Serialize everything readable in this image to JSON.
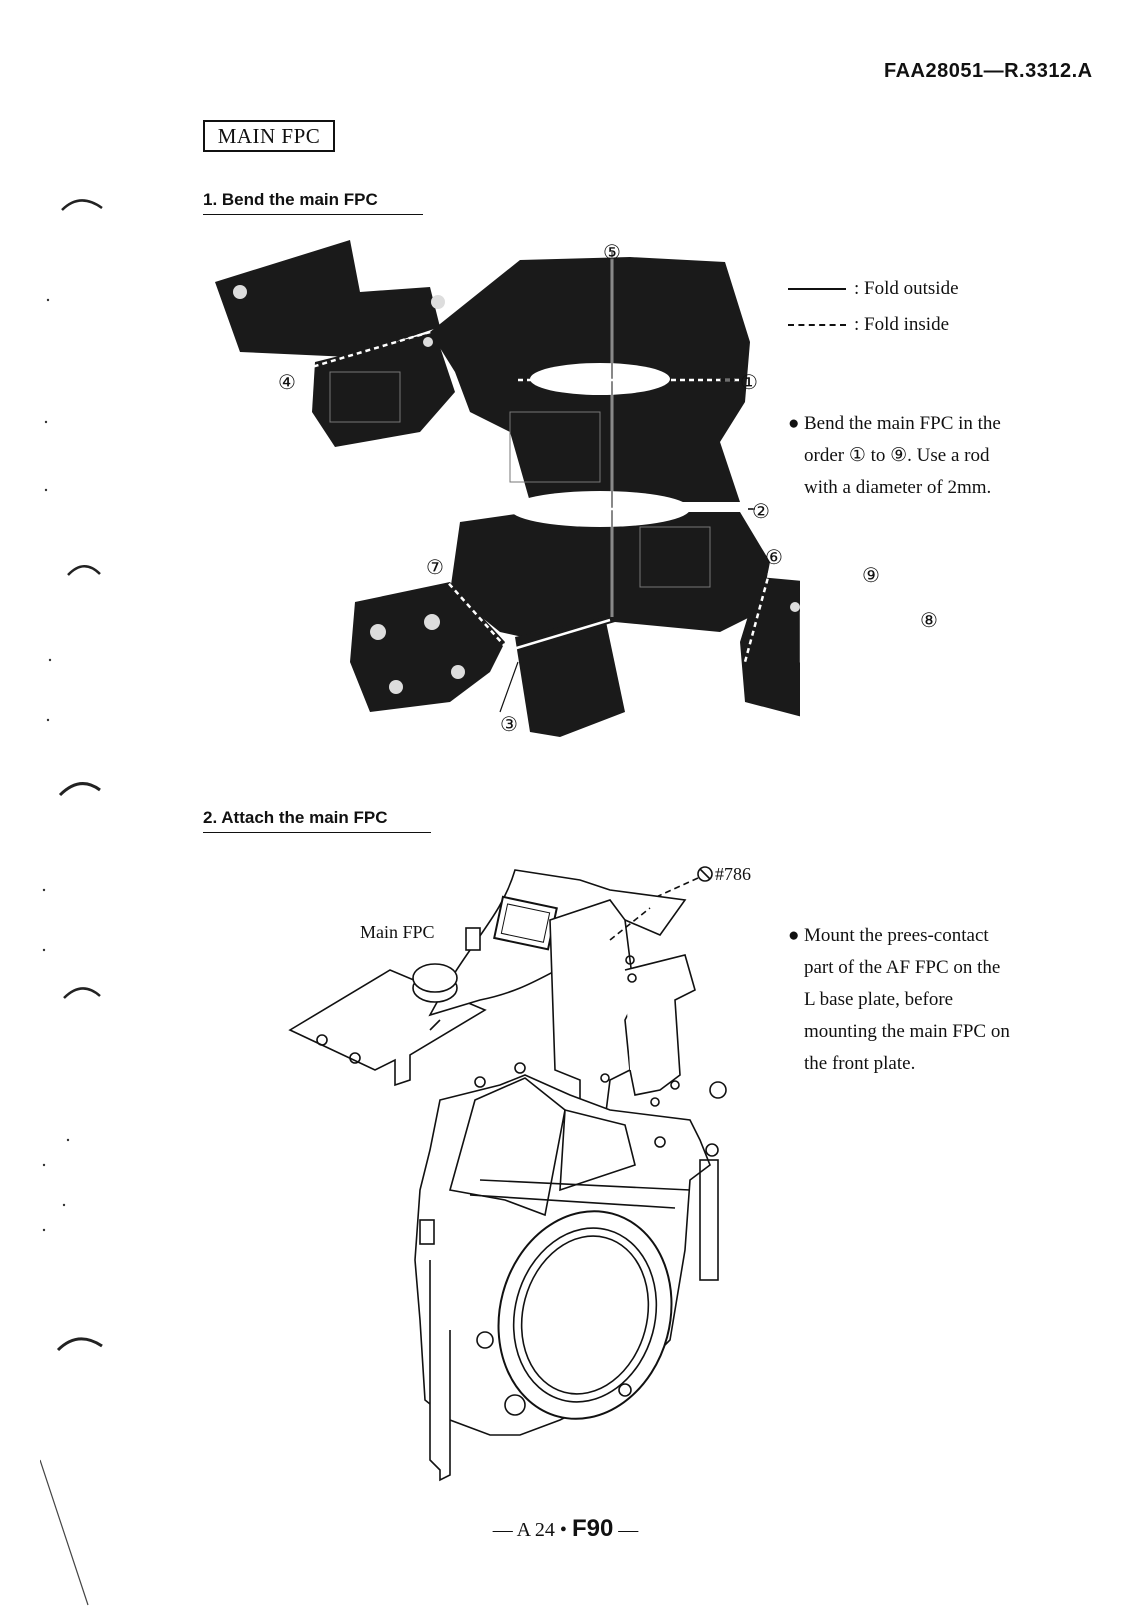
{
  "header": {
    "doc_code": "FAA28051—R.3312.A"
  },
  "section": {
    "title": "MAIN FPC"
  },
  "step1": {
    "heading": "1. Bend the main FPC",
    "legend": [
      {
        "label": ": Fold outside",
        "style": "solid"
      },
      {
        "label": ": Fold inside",
        "style": "dashed"
      }
    ],
    "note": [
      "Bend the main FPC in the",
      "order ① to ⑨. Use a rod",
      "with a diameter of 2mm."
    ],
    "callouts": [
      "①",
      "②",
      "③",
      "④",
      "⑤",
      "⑥",
      "⑦",
      "⑧",
      "⑨"
    ]
  },
  "step2": {
    "heading": "2. Attach the main FPC",
    "part_label": "Main FPC",
    "screw_label": "#786",
    "note": [
      "Mount the prees-contact",
      "part of the AF FPC on the",
      "L base plate, before",
      "mounting the main FPC on",
      "the front plate."
    ]
  },
  "footer": {
    "prefix": "— A 24 •",
    "model": "F90",
    "suffix": "—"
  },
  "colors": {
    "ink": "#111111",
    "board": "#1a1a1a",
    "paper": "#ffffff"
  },
  "icons": [
    "margin-hole-mark",
    "screw-icon"
  ]
}
